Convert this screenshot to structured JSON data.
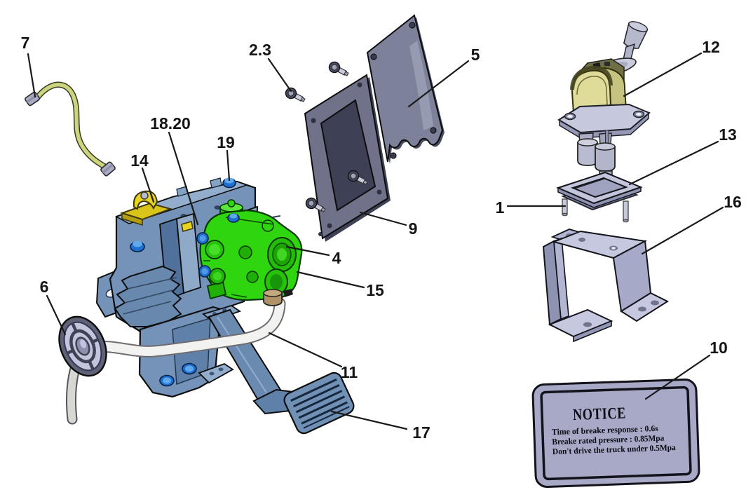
{
  "diagram_type": "exploded-parts-diagram",
  "callouts": [
    {
      "id": "7",
      "label": "7"
    },
    {
      "id": "2.3",
      "label": "2.3"
    },
    {
      "id": "5",
      "label": "5"
    },
    {
      "id": "12",
      "label": "12"
    },
    {
      "id": "13",
      "label": "13"
    },
    {
      "id": "18.20",
      "label": "18.20"
    },
    {
      "id": "19",
      "label": "19"
    },
    {
      "id": "14",
      "label": "14"
    },
    {
      "id": "1",
      "label": "1"
    },
    {
      "id": "16",
      "label": "16"
    },
    {
      "id": "9",
      "label": "9"
    },
    {
      "id": "4",
      "label": "4"
    },
    {
      "id": "15",
      "label": "15"
    },
    {
      "id": "6",
      "label": "6"
    },
    {
      "id": "11",
      "label": "11"
    },
    {
      "id": "10",
      "label": "10"
    },
    {
      "id": "17",
      "label": "17"
    }
  ],
  "notice_label": {
    "title": "NOTICE",
    "lines": [
      "Time of breake response : 0.6s",
      "Breake rated pressure : 0.85Mpa",
      "Don't drive the truck under 0.5Mpa"
    ]
  },
  "colors": {
    "bracket_blue": "#7593b8",
    "valve_green": "#2fd60f",
    "pipe_yellow": "#ccd47f",
    "clamp_yellow": "#e8d31f",
    "bolt_blue": "#2d7fd6",
    "plate_grey": "#6f7288",
    "lavender_grey": "#b9bcd6",
    "notice_lavender": "#a7a9c7",
    "hose_white": "#f2f2f0",
    "outline_black": "#0d0d0d"
  }
}
